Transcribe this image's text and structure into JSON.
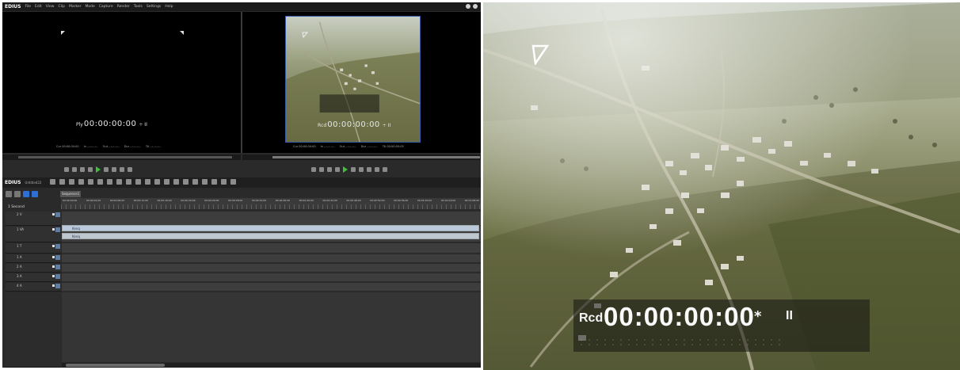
{
  "app": {
    "name": "EDIUS",
    "menu": [
      "File",
      "Edit",
      "View",
      "Clip",
      "Marker",
      "Mode",
      "Capture",
      "Render",
      "Tools",
      "Settings",
      "Help"
    ]
  },
  "player": {
    "tc_prefix": "Ply",
    "timecode": "00:00:00:00",
    "tc_suffix": "÷  II",
    "status": [
      "Cur 00:00:00:00",
      "In --:--:--:--",
      "Out --:--:--:--",
      "Dur --:--:--:--",
      "Ttl --:--:--:--"
    ]
  },
  "recorder": {
    "tc_prefix": "Rcd",
    "timecode": "00:00:00:00",
    "tc_suffix": "÷  II",
    "status": [
      "Cur 00:00:00:00",
      "In --:--:--:--",
      "Out --:--:--:--",
      "Dur --:--:--:--",
      "Ttl 00:00:05:05"
    ]
  },
  "timeline": {
    "logo": "EDIUS",
    "project": "Untitled22",
    "sequence_tab": "Sequence1",
    "scale": "1 Second",
    "ruler_labels": [
      "00:00:00;00",
      "00:00:04;00",
      "00:00:08;00",
      "00:00:12;00",
      "00:00:16;00",
      "00:00:20;00",
      "00:00:24;00",
      "00:00:28;00",
      "00:00:32;00",
      "00:00:36;00",
      "00:00:40;00",
      "00:00:44;00",
      "00:00:48;00",
      "00:00:52;00",
      "00:00:56;00",
      "00:01:00;00",
      "00:01:04;00",
      "00:01:08;00"
    ],
    "tracks": [
      {
        "label": "2 V"
      },
      {
        "label": "1 VA"
      },
      {
        "label": "1 T"
      },
      {
        "label": "1 A"
      },
      {
        "label": "2 A"
      },
      {
        "label": "3 A"
      },
      {
        "label": "4 A"
      }
    ],
    "clips": [
      {
        "label": "Kenq"
      },
      {
        "label": "Kenq"
      }
    ]
  },
  "big_preview": {
    "tc_prefix": "Rcd",
    "timecode": "00:00:00:00",
    "star": "*",
    "pause": "II"
  },
  "colors": {
    "edius_bg": "#2a2a2a",
    "monitor_bg": "#000000",
    "accent_blue": "#2c6fd6",
    "play_green": "#3ec13e"
  }
}
